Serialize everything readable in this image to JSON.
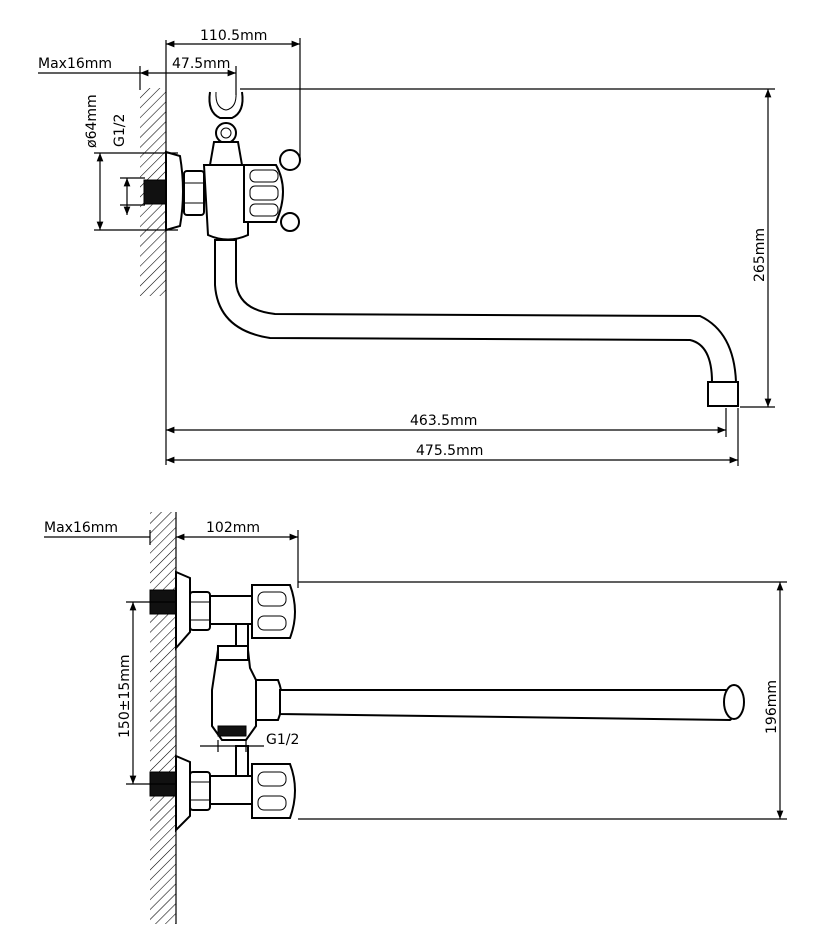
{
  "top_view": {
    "dim_width_valve": "110.5mm",
    "dim_wall_max": "Max16mm",
    "dim_offset": "47.5mm",
    "dim_flange_diameter": "ø64mm",
    "dim_thread": "G1/2",
    "dim_height": "265mm",
    "dim_spout_reach": "463.5mm",
    "dim_overall_reach": "475.5mm"
  },
  "bottom_view": {
    "dim_wall_max": "Max16mm",
    "dim_depth": "102mm",
    "dim_center_distance": "150±15mm",
    "dim_thread": "G1/2",
    "dim_height": "196mm"
  }
}
